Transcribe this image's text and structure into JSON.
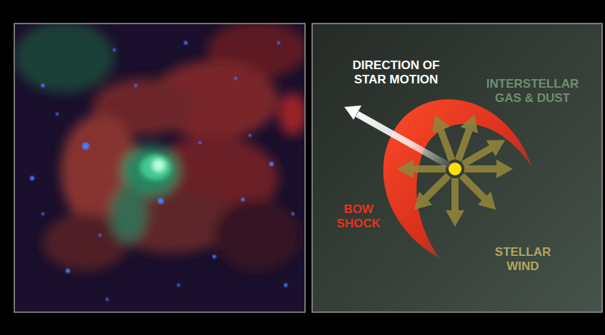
{
  "diagram": {
    "labels": [
      "DIRECTION OF STAR MOTION",
      "INTERSTELLAR GAS & DUST",
      "BOW SHOCK",
      "STELLAR WIND"
    ]
  }
}
